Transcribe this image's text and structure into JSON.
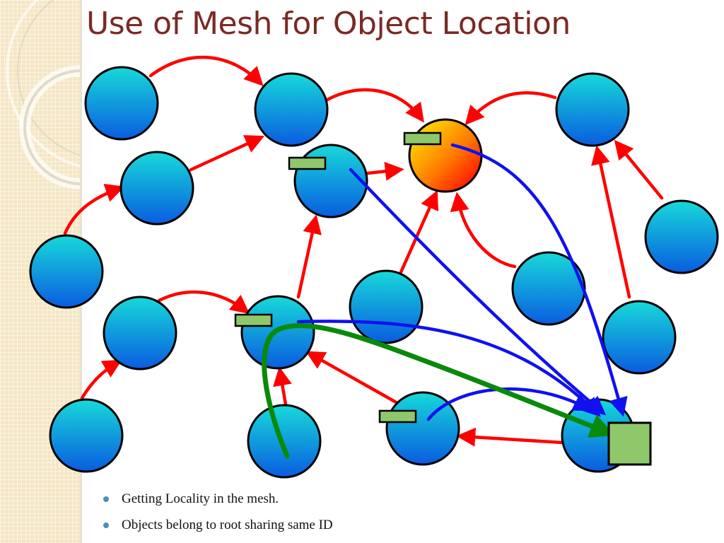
{
  "title": "Use of Mesh for Object Location",
  "bullets": [
    "Getting Locality in the mesh.",
    "Objects belong to root sharing same ID"
  ],
  "colors": {
    "node_fill_top": "#17d6d6",
    "node_fill_bottom": "#0a5fe0",
    "root_fill_light": "#ffe000",
    "root_fill_dark": "#ff0000",
    "pointer_fill": "#8fc86a",
    "red_edge": "#ff0000",
    "blue_edge": "#1010f0",
    "green_edge": "#0a8a0a",
    "title": "#7a2a26",
    "bullet": "#4c8fb5"
  },
  "icons": {
    "root_node": "root-node-circle",
    "object": "object-square",
    "pointer": "location-pointer-rectangle"
  }
}
